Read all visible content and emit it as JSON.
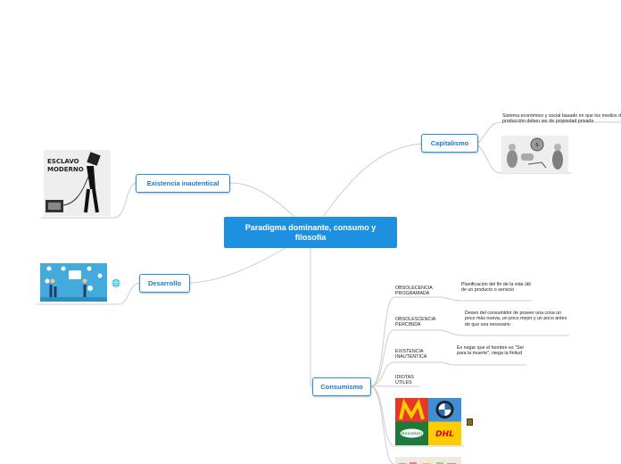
{
  "central": {
    "title": "Paradigma dominante, consumo y filosofía"
  },
  "topics": {
    "capitalismo": "Capitalismo",
    "existencia": "Existencia inautentical",
    "desarrollo": "Desarrollo",
    "consumismo": "Consumismo"
  },
  "capitalismo_notes": {
    "definition": "Sistema económico y social basado en que los medios de producción deben ser de propiedad privada"
  },
  "existencia_image": {
    "line1": "ESCLAVO",
    "line2": "MODERNO"
  },
  "consumismo_items": [
    {
      "label": "OBSOLECENCIA PROGRAMADA",
      "detail": "Planificación del fin de la vida útil de un producto o servicio"
    },
    {
      "label": "OBSOLESCENCIA PERCIBIDA",
      "detail": "Deseo del consumidor de poseer una cosa un poco más nueva, un poco mejor y un poco antes de que sea necesario"
    },
    {
      "label": "EXISTENCIA INAUTENTICA",
      "detail": "Es negar que el hombre es \"Ser para la muerte\", niega la finitud"
    },
    {
      "label": "IDIOTAS ÚTILES",
      "detail": ""
    }
  ],
  "logos": {
    "dhl": "DHL",
    "heineken": "Heineken"
  },
  "colors": {
    "accent": "#1e90e0",
    "border": "#2b8fd9",
    "line": "#c9cdd1"
  }
}
